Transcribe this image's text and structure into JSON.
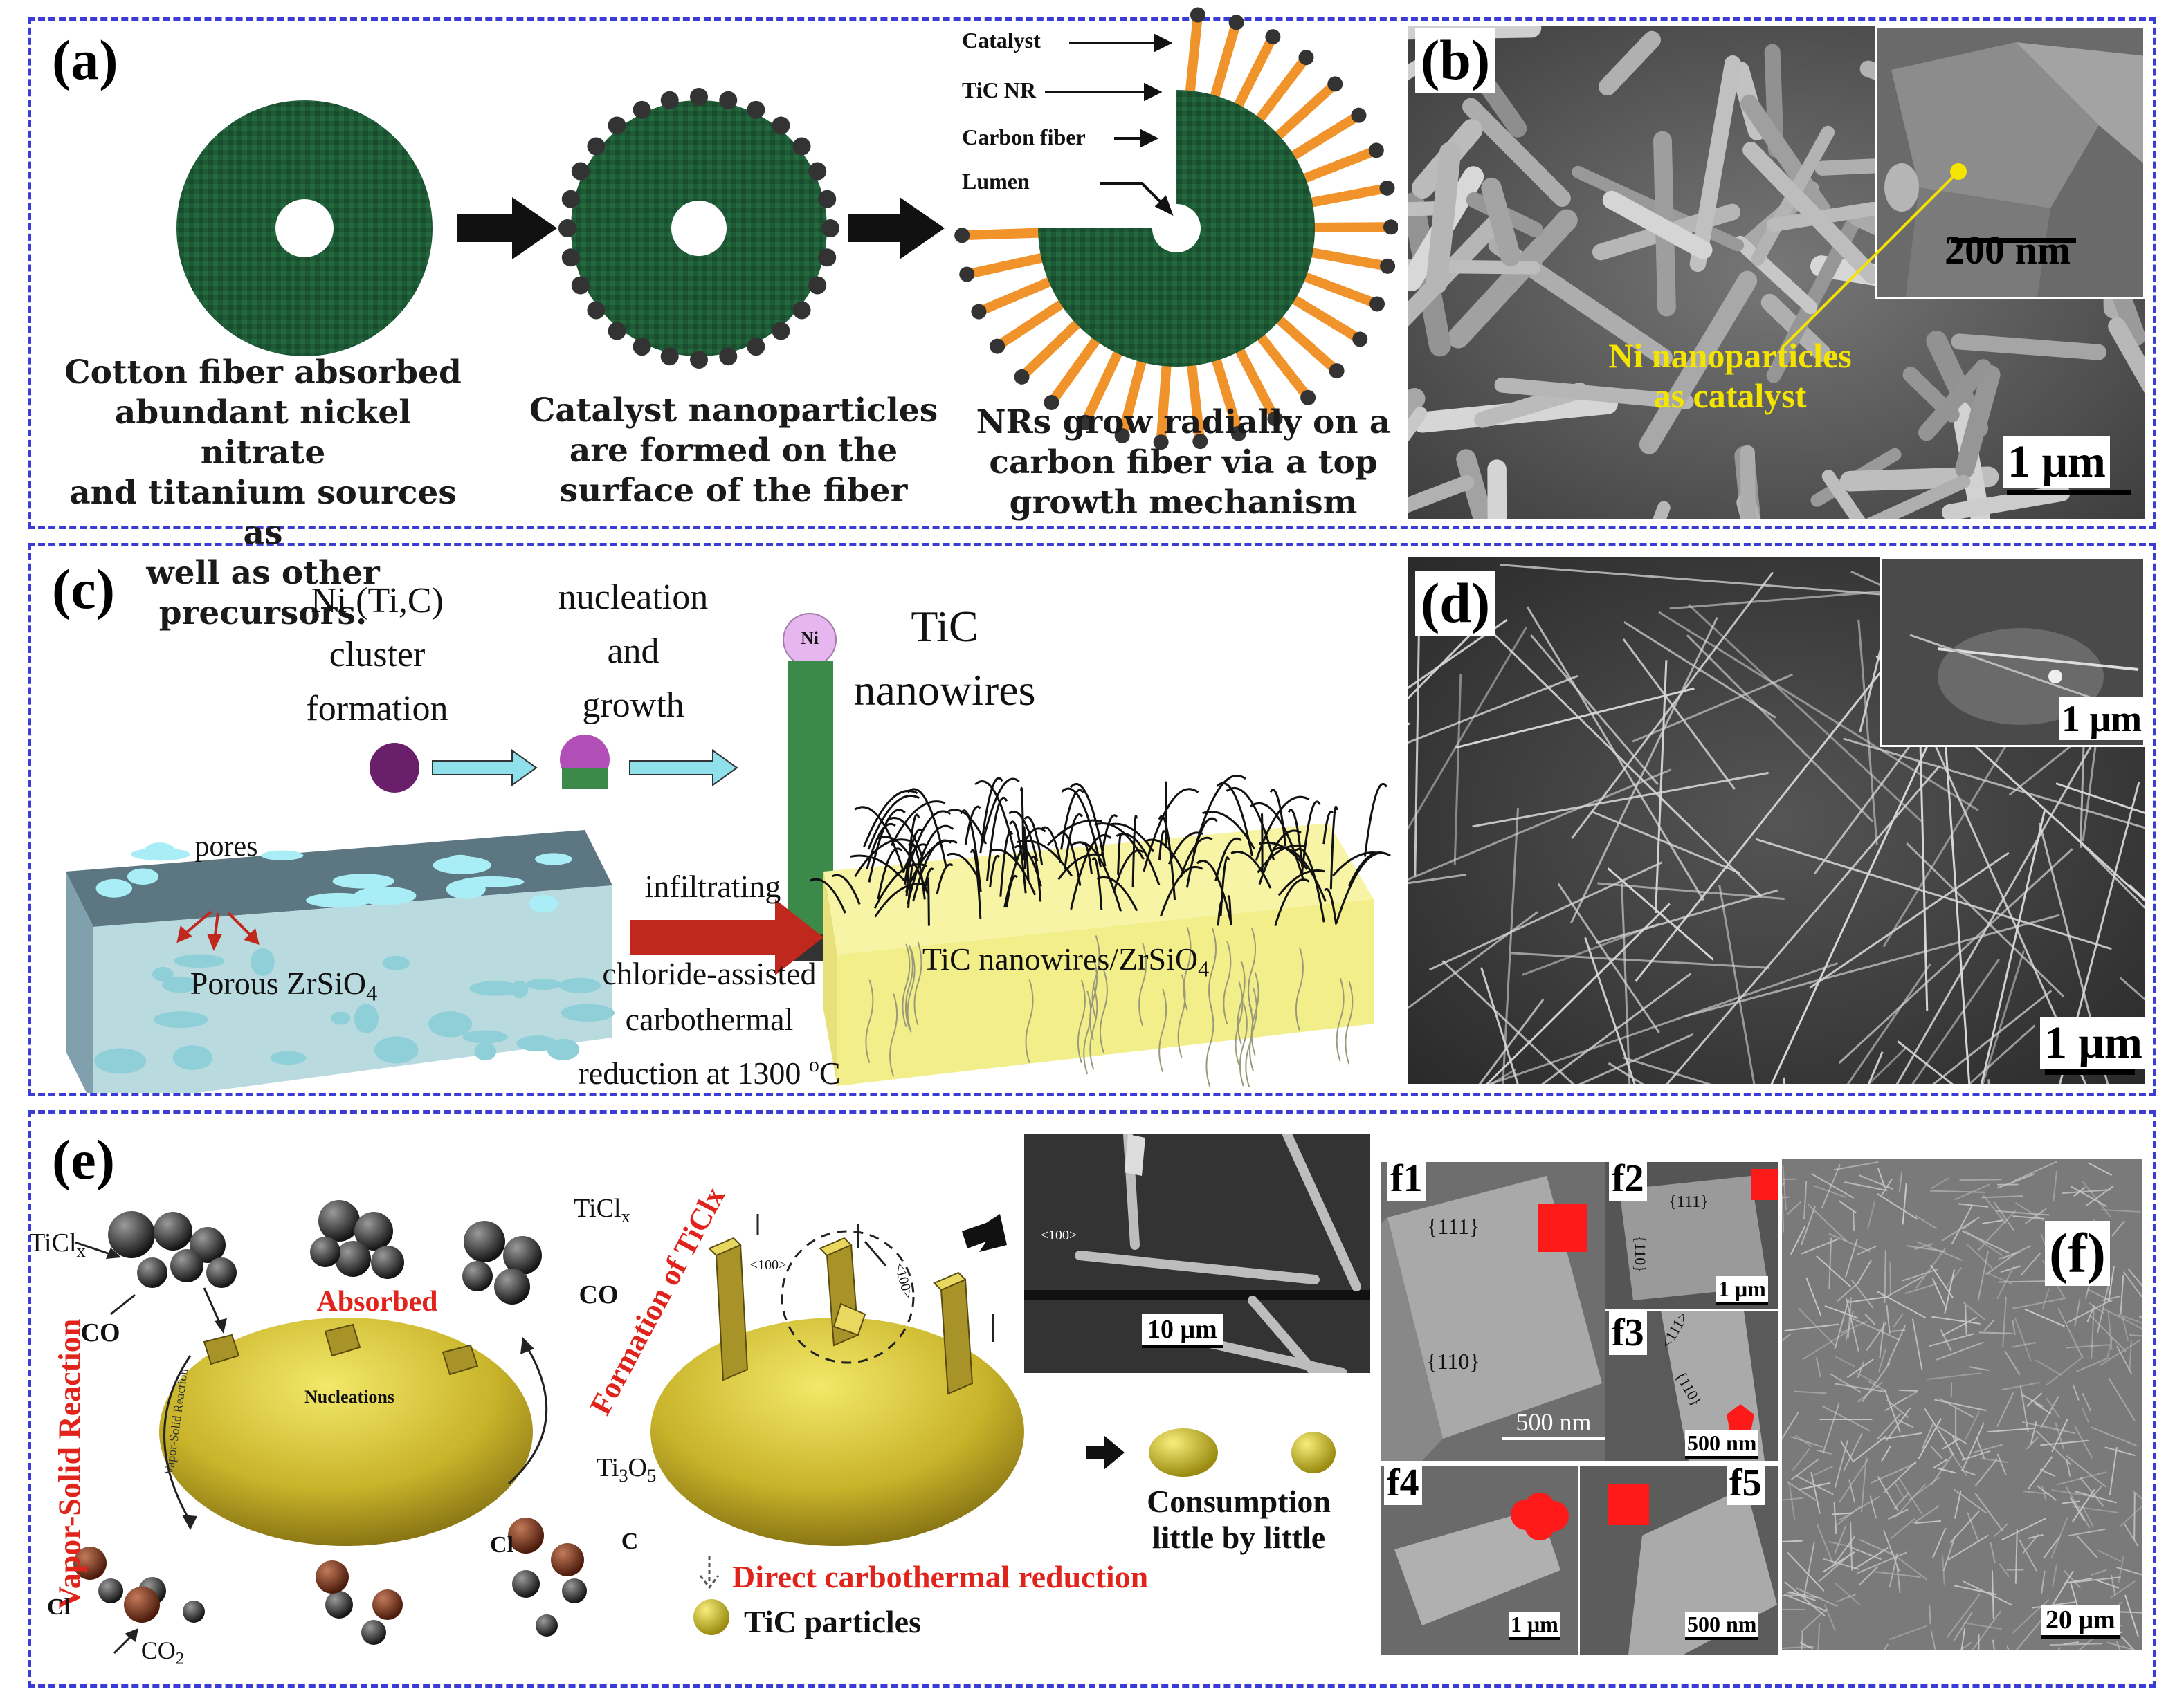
{
  "panels": {
    "a": {
      "label": "(a)",
      "caption1": [
        "Cotton fiber absorbed",
        "abundant nickel nitrate",
        "and titanium sources as",
        "well as other precursors."
      ],
      "caption2": [
        "Catalyst nanoparticles",
        "are formed on the",
        "surface of the fiber"
      ],
      "caption3": [
        "NRs grow radially on a",
        "carbon fiber via a top",
        "growth mechanism"
      ],
      "callouts": [
        "Catalyst",
        "TiC NR",
        "Carbon fiber",
        "Lumen"
      ]
    },
    "b": {
      "label": "(b)",
      "inset_scale": "200 nm",
      "annotation": [
        "Ni nanoparticles",
        "as catalyst"
      ],
      "scale": "1 μm"
    },
    "c": {
      "label": "(c)",
      "step1": [
        "Ni (Ti,C)",
        "cluster",
        "formation"
      ],
      "step2": [
        "nucleation",
        "and",
        "growth"
      ],
      "ni_label": "Ni",
      "product": [
        "TiC",
        "nanowires"
      ],
      "pores": "pores",
      "substrate": "Porous ZrSiO",
      "substrate_sub": "4",
      "arrow_top": "infiltrating",
      "arrow_bottom": [
        "chloride-assisted",
        "carbothermal",
        "reduction at 1300 "
      ],
      "temp_sup": "o",
      "temp_unit": "C",
      "coated": "TiC nanowires/ZrSiO",
      "coated_sub": "4"
    },
    "d": {
      "label": "(d)",
      "inset_scale": "1 μm",
      "scale": "1 μm"
    },
    "e": {
      "label": "(e)",
      "ticlx_left": "TiCl",
      "ticlx_top": "TiCl",
      "x_sub": "x",
      "co_left": "CO",
      "co_right": "CO",
      "absorbed": "Absorbed",
      "formation": "Formation of TiClx",
      "vapor": "Vapor-Solid Reaction",
      "vapor_small": "Vapor-Solid Reaction",
      "nucleations": "Nucleations",
      "ti3o5": "Ti",
      "ti3o5_sub1": "3",
      "ti3o5_mid": "O",
      "ti3o5_sub2": "5",
      "cl_bottom": "Cl",
      "c_bottom": "C",
      "cl_left": "Cl",
      "co2": "CO",
      "co2_sub": "2",
      "dir100a": "<100>",
      "dir100b": "<100>",
      "dir100c": "<100>",
      "sem_scale": "10 μm",
      "consumption": [
        "Consumption",
        "little by little"
      ],
      "direct": "Direct carbothermal reduction",
      "particles": "TiC particles"
    },
    "f": {
      "label": "(f)",
      "scale": "20 μm",
      "f1": {
        "tag": "f1",
        "faces": [
          "{111}",
          "{110}"
        ],
        "scale": "500 nm"
      },
      "f2": {
        "tag": "f2",
        "faces": [
          "{111}",
          "{110}"
        ],
        "scale": "1 μm"
      },
      "f3": {
        "tag": "f3",
        "faces": [
          "<111>",
          "{110}"
        ],
        "scale": "500 nm"
      },
      "f4": {
        "tag": "f4",
        "scale": "1 μm"
      },
      "f5": {
        "tag": "f5",
        "scale": "500 nm"
      }
    }
  },
  "colors": {
    "frame": "#3b3bd6",
    "fiber": "#1f5a36",
    "catalyst": "#333333",
    "nanorod": "#f0932b",
    "annotation_yellow": "#f5e400",
    "red_text": "#e0241b",
    "ellipse": "#c9b42a",
    "ni_sphere": "#7b2a7b",
    "nanowire_green": "#3c8a4a",
    "zrsio4_slab": "#5c7682",
    "coated_slab": "#f2ee8a"
  }
}
